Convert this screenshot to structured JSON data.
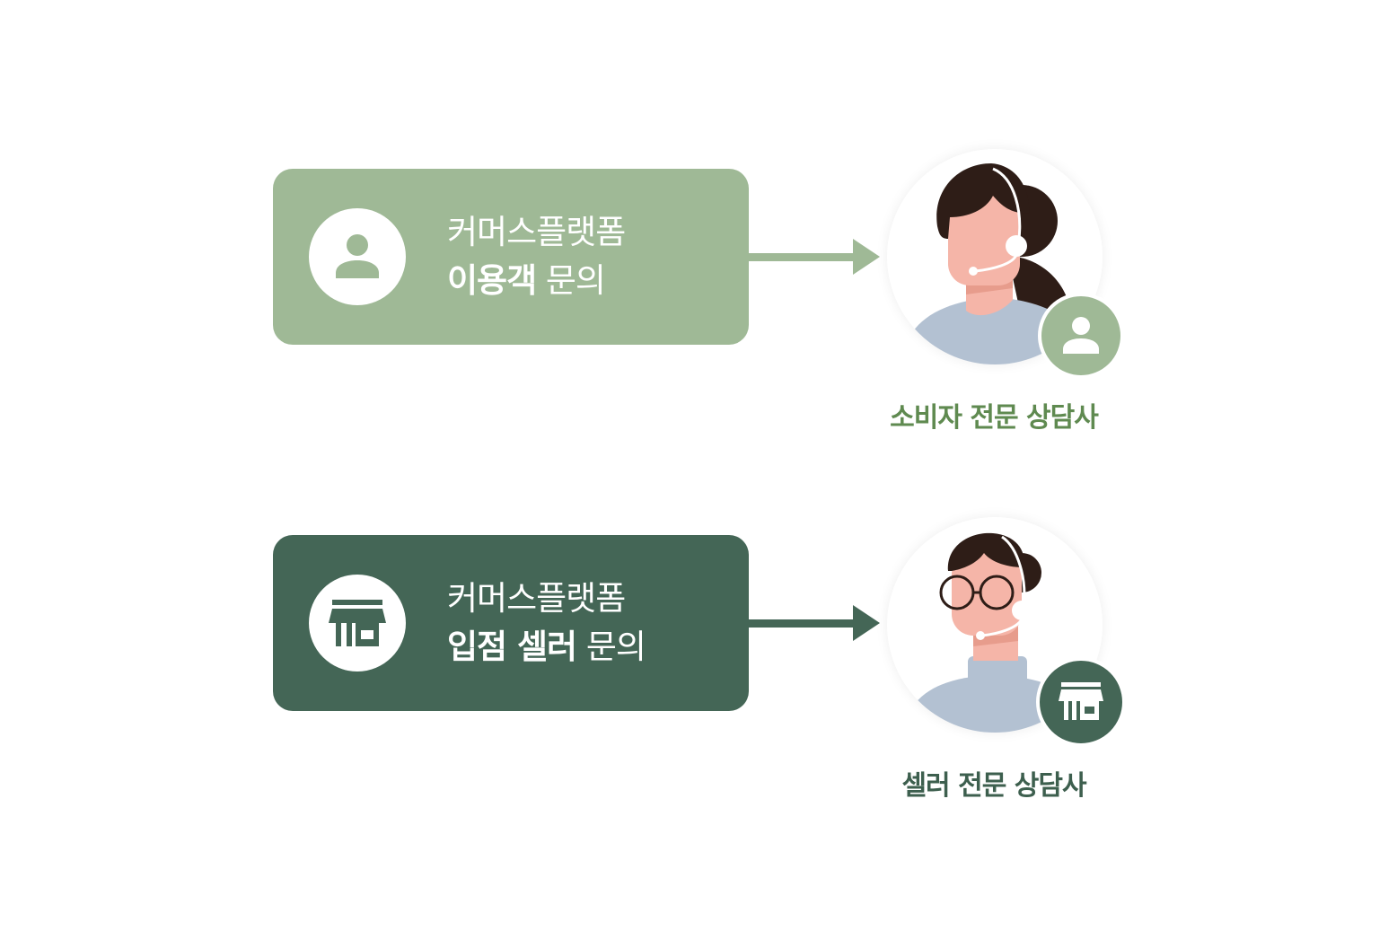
{
  "consumer": {
    "line1": "커머스플랫폼",
    "bold": "이용객",
    "rest": "문의",
    "agent_label": "소비자 전문 상담사",
    "color": "#9fb996",
    "label_color": "#5f8a50",
    "icon": "person-icon"
  },
  "seller": {
    "line1": "커머스플랫폼",
    "bold": "입점 셀러",
    "rest": "문의",
    "agent_label": "셀러 전문 상담사",
    "color": "#446656",
    "label_color": "#3d5f4e",
    "icon": "store-icon"
  }
}
